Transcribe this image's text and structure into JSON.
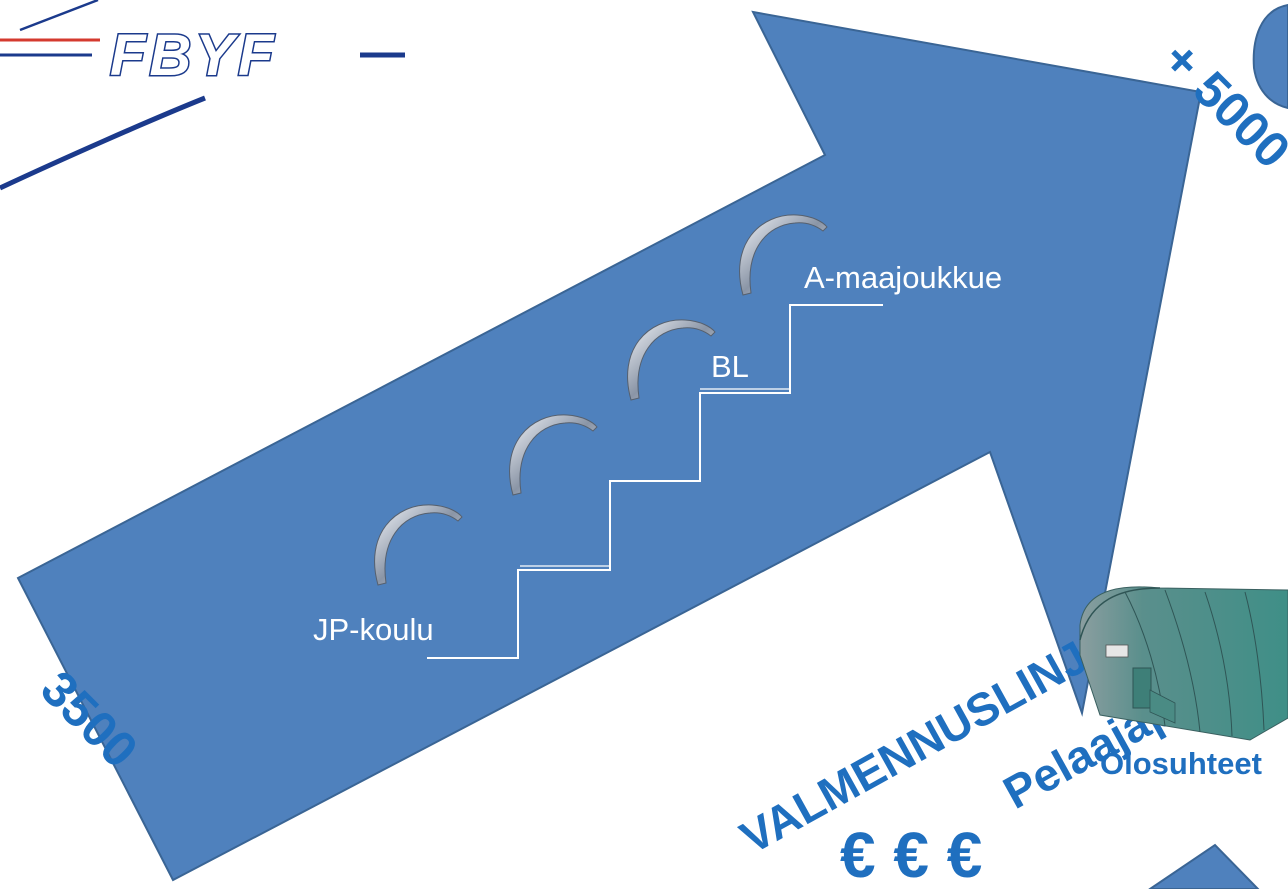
{
  "logo": {
    "text": "FBYF"
  },
  "arrow": {
    "steps": [
      "JP-koulu",
      "BL",
      "A-maajoukkue"
    ]
  },
  "labels": {
    "count_left": "3500",
    "count_right": "+ 5000",
    "path_title": "Pelaajapolku",
    "path_subtitle": "VALMENNUSLINJA",
    "conditions": "Olosuhteet",
    "money": "€ € €"
  },
  "colors": {
    "arrow_fill": "#4f81bd",
    "arrow_stroke": "#3a6595",
    "accent_text": "#1f6fbf",
    "logo_navy": "#1b3a8c",
    "logo_red": "#d43a2f",
    "hall": "#4c9a93"
  }
}
